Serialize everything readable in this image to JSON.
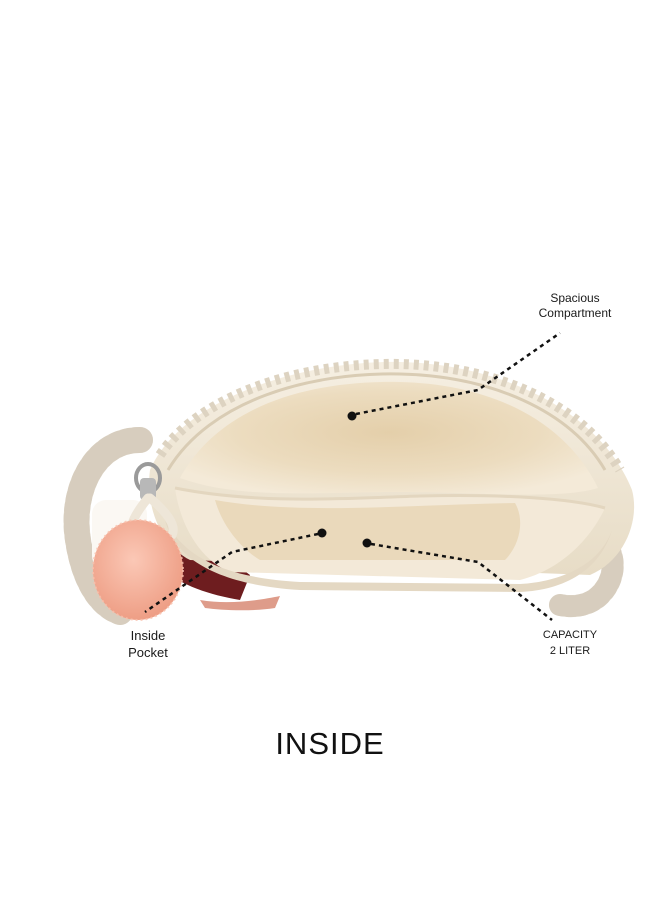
{
  "callouts": {
    "spacious": {
      "line1": "Spacious",
      "line2": "Compartment"
    },
    "pocket": {
      "line1": "Inside",
      "line2": "Pocket"
    },
    "capacity": {
      "line1": "CAPACITY",
      "line2": "2 LITER"
    }
  },
  "caption": "INSIDE",
  "colors": {
    "canvas": "#f1e8d6",
    "lining": "#e9d9bc",
    "rope": "#ece6dc",
    "tassel": "#f7b19c",
    "maroon": "#6e1d1f"
  }
}
